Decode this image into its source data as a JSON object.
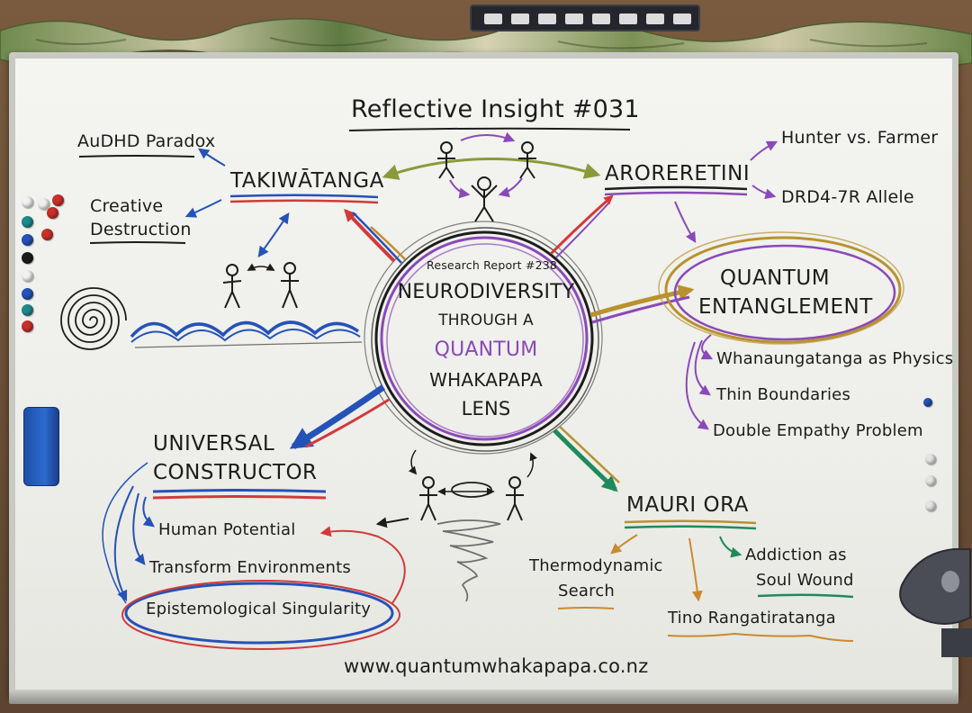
{
  "title": "Reflective Insight #031",
  "center": {
    "report_label": "Research Report #238",
    "line1": "NEURODIVERSITY",
    "line2": "THROUGH A",
    "line3": "QUANTUM",
    "line4": "WHAKAPAPA",
    "line5": "LENS"
  },
  "takiwatanga": {
    "heading": "TAKIWĀTANGA",
    "items": [
      "AuDHD Paradox",
      "Creative",
      "Destruction"
    ]
  },
  "aroreretini": {
    "heading": "ARORERETINI",
    "items": [
      "Hunter vs. Farmer",
      "DRD4-7R Allele"
    ]
  },
  "quantum_entanglement": {
    "heading_line1": "QUANTUM",
    "heading_line2": "ENTANGLEMENT",
    "items": [
      "Whanaungatanga as Physics",
      "Thin Boundaries",
      "Double Empathy Problem"
    ]
  },
  "universal_constructor": {
    "heading_line1": "UNIVERSAL",
    "heading_line2": "CONSTRUCTOR",
    "items": [
      "Human Potential",
      "Transform Environments",
      "Epistemological Singularity"
    ]
  },
  "mauri_ora": {
    "heading": "MAURI ORA",
    "items": [
      "Thermodynamic",
      "Search",
      "Addiction as",
      "Soul Wound",
      "Tino Rangatiratanga"
    ]
  },
  "website": "www.quantumwhakapapa.co.nz",
  "colors": {
    "board": "#f1f1ee",
    "ink_black": "#1c1c1c",
    "ink_purple": "#8a49b8",
    "ink_red": "#d23a3a",
    "ink_blue": "#2452b8",
    "ink_olive": "#8a9a3a",
    "ink_gold": "#b8922e",
    "ink_green": "#1f8a5a",
    "ink_orange": "#c98a2e"
  },
  "icons": [
    "spiral-icon",
    "wave-icon",
    "stick-figure-icon",
    "tornado-icon",
    "eraser-icon",
    "magnet-icon",
    "lamp-icon"
  ]
}
